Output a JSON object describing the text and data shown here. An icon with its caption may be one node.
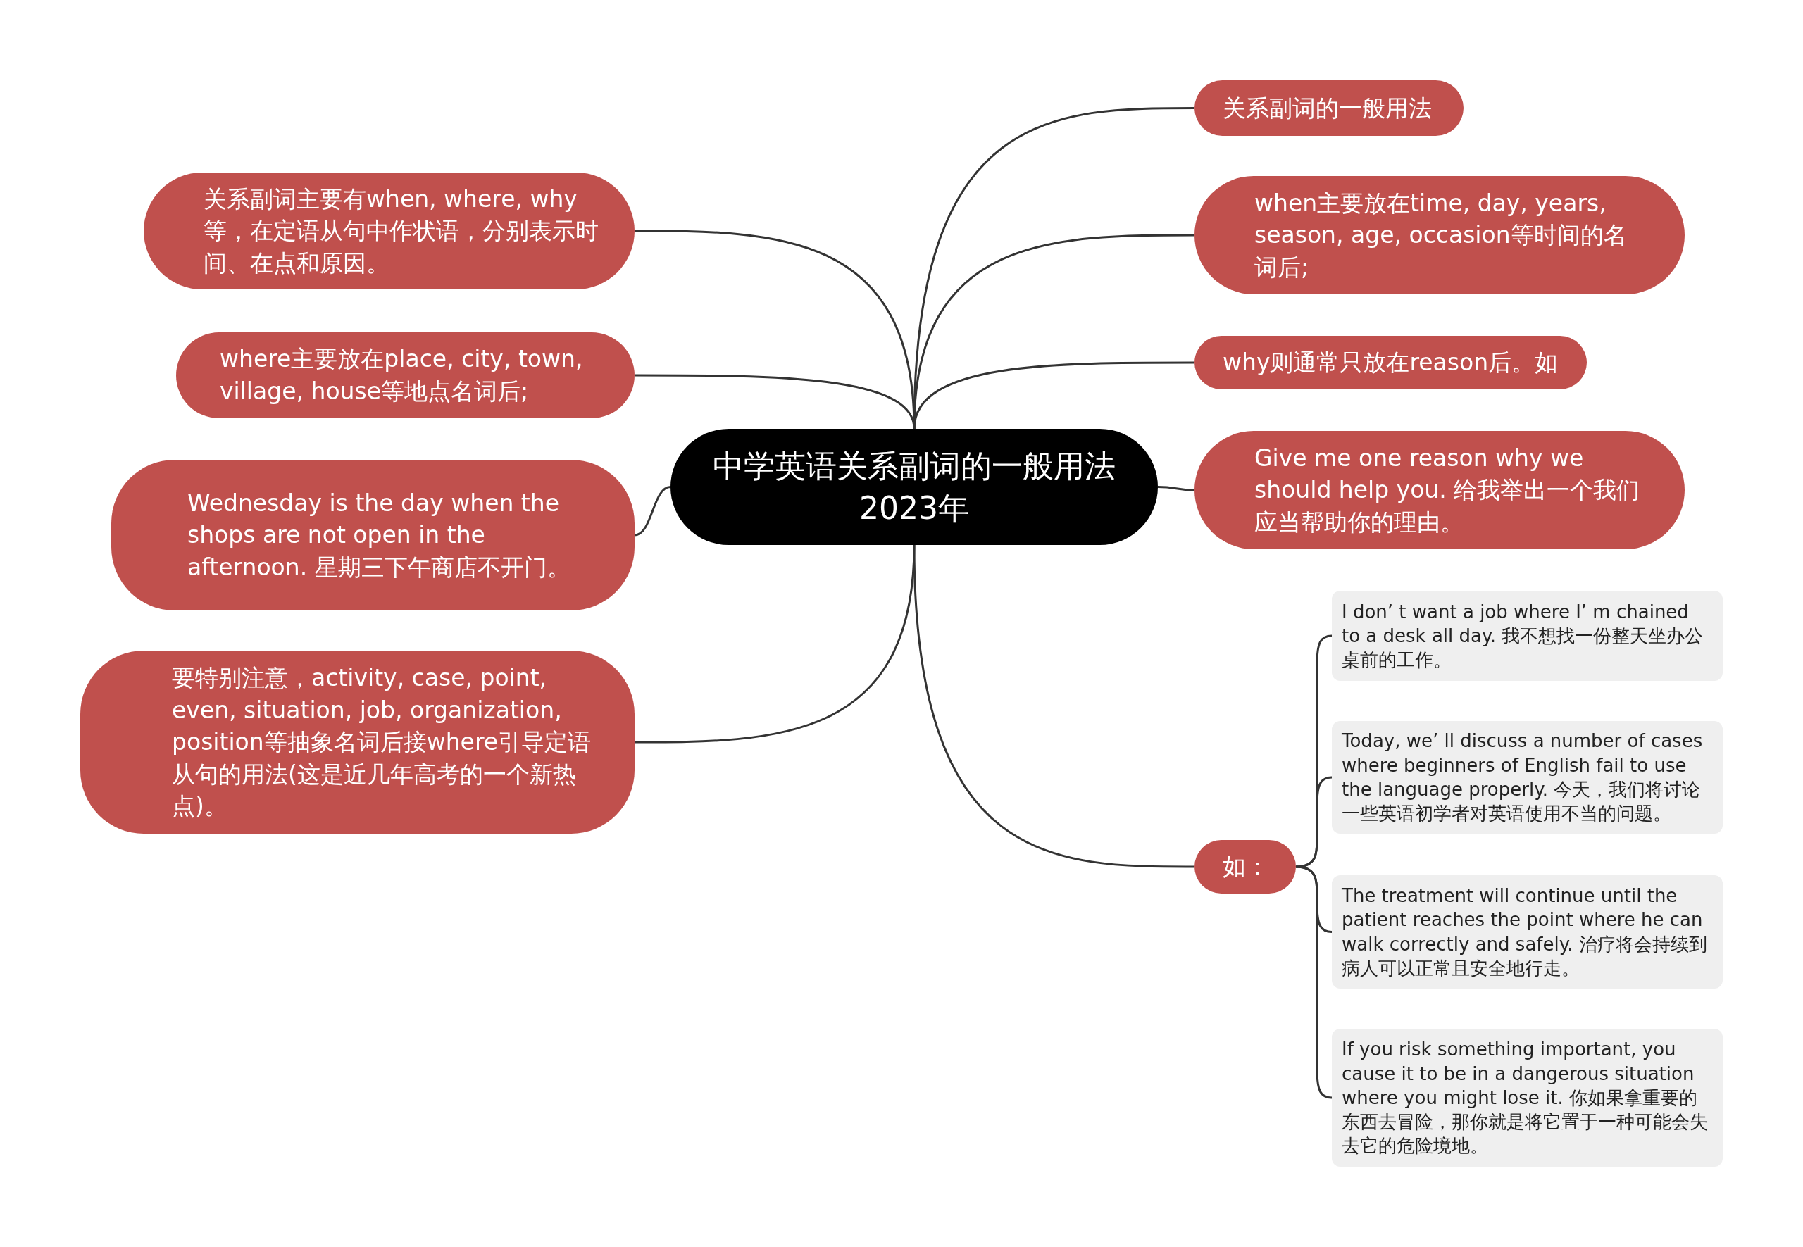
{
  "diagram": {
    "nodes": [
      {
        "text": [
          "中学英语关系副词的一般用法2023年"
        ]
      },
      {
        "text": [
          "关系副词主要有when, where, why等，在定语从句中作状语，分别表示时间、在点和原因。"
        ]
      },
      {
        "text": [
          "where主要放在place, city, town, village, house等地点名词后;"
        ]
      },
      {
        "text": [
          "Wednesday is the day when the shops are not open in the afternoon. 星期三下午商店不开门。"
        ]
      },
      {
        "text": [
          "要特别注意，activity, case, point, even, situation, job, organization, position等抽象名词后接where引导定语从句的用法(这是近几年高考的一个新热点)。"
        ]
      },
      {
        "text": [
          "关系副词的一般用法"
        ]
      },
      {
        "text": [
          "when主要放在time, day, years, season, age, occasion等时间的名词后;"
        ]
      },
      {
        "text": [
          "why则通常只放在reason后。如"
        ]
      },
      {
        "text": [
          "Give me one reason why we should help you. 给我举出一个我们应当帮助你的理由。"
        ]
      },
      {
        "text": [
          "如："
        ]
      },
      {
        "text": [
          "I don’ t want a job where I’ m chained to a desk all day. 我不想找一份整天坐办公桌前的工作。"
        ]
      },
      {
        "text": [
          "Today, we’ ll discuss a number of cases where beginners of English fail to use the language properly. 今天，我们将讨论一些英语初学者对英语使用不当的问题。"
        ]
      },
      {
        "text": [
          "The treatment will continue until the patient reaches the point where he can walk correctly and safely. 治疗将会持续到病人可以正常且安全地行走。"
        ]
      },
      {
        "text": [
          "If you risk something important, you cause it to be in a dangerous situation where you might lose it. 你如果拿重要的东西去冒险，那你就是将它置于一种可能会失去它的危险境地。"
        ]
      }
    ],
    "edges": [
      {
        "from": 0,
        "to": 1,
        "arrow": "none"
      },
      {
        "from": 0,
        "to": 2,
        "arrow": "none"
      },
      {
        "from": 0,
        "to": 3,
        "arrow": "none"
      },
      {
        "from": 0,
        "to": 4,
        "arrow": "none"
      },
      {
        "from": 0,
        "to": 5,
        "arrow": "none"
      },
      {
        "from": 0,
        "to": 6,
        "arrow": "none"
      },
      {
        "from": 0,
        "to": 7,
        "arrow": "none"
      },
      {
        "from": 0,
        "to": 8,
        "arrow": "none"
      },
      {
        "from": 0,
        "to": 9,
        "arrow": "none"
      },
      {
        "from": 9,
        "to": 10,
        "arrow": "none"
      },
      {
        "from": 9,
        "to": 11,
        "arrow": "none"
      },
      {
        "from": 9,
        "to": 12,
        "arrow": "none"
      },
      {
        "from": 9,
        "to": 13,
        "arrow": "none"
      }
    ]
  }
}
